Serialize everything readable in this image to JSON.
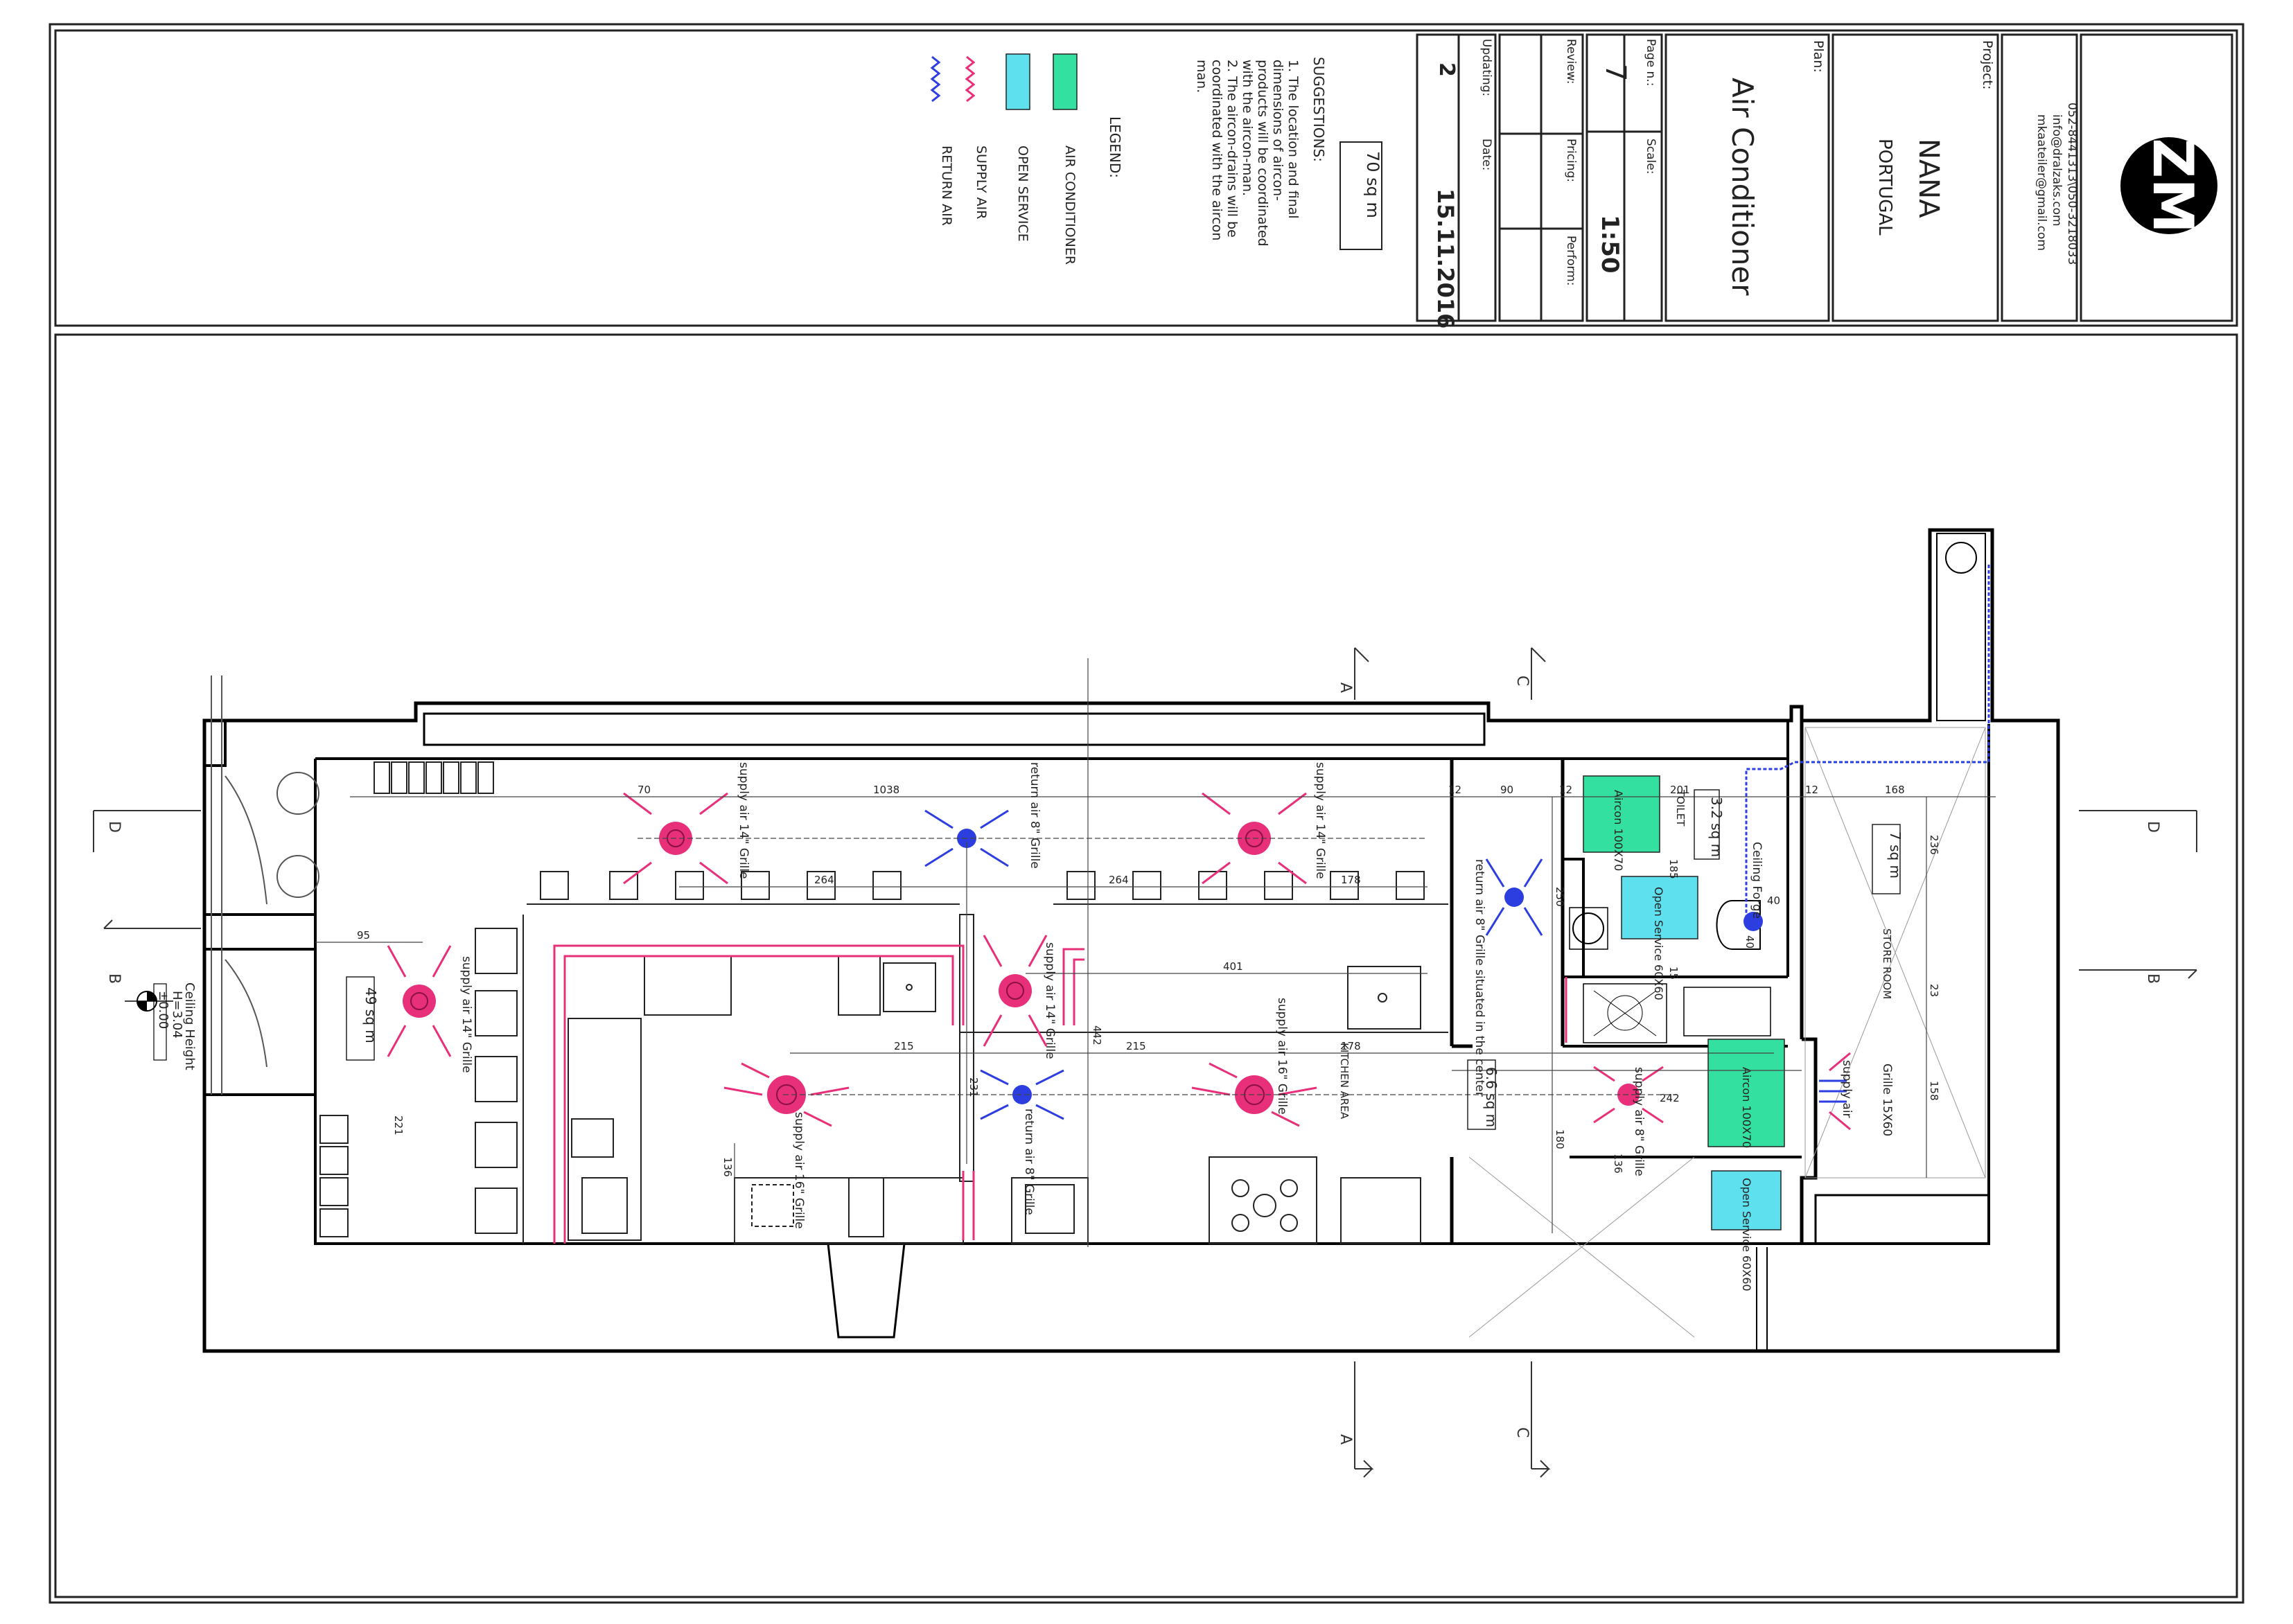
{
  "title_block": {
    "logo_text": "ZM",
    "contact": {
      "phone": "052-8441313\\050-3218033",
      "email1": "info@dralzaks.com",
      "email2": "mkaateiler@gmail.com"
    },
    "project_label": "Project:",
    "project_name": "NANA",
    "project_location": "PORTUGAL",
    "plan_label": "Plan:",
    "plan_name": "Air Conditioner",
    "page_label": "Page n.:",
    "page_number": "7",
    "scale_label": "Scale:",
    "scale_value": "1:50",
    "review_label": "Review:",
    "pricing_label": "Pricing:",
    "perform_label": "Perform:",
    "updating_label": "Updating:",
    "updating_value": "2",
    "date_label": "Date:",
    "date_value": "15.11.2016",
    "area_total": "70 sq m",
    "suggestions_title": "SUGGESTIONS:",
    "suggestions": [
      "1. The location and final",
      "dimensions of aircon-",
      "products will be coordinated",
      "with the aircon-man.",
      "2. The aircon-drains will be",
      "coordinated with the aircon",
      "man."
    ],
    "legend_title": "LEGEND:",
    "legend": [
      {
        "label": "AIR CONDITIONER",
        "color": "#33e0a0"
      },
      {
        "label": "OPEN SERVICE",
        "color": "#5ee0ee"
      },
      {
        "label": "SUPPLY AIR",
        "color": "#e8307a"
      },
      {
        "label": "RETURN AIR",
        "color": "#2d3ee0"
      }
    ]
  },
  "plan": {
    "section_markers": {
      "a": "A",
      "b": "B",
      "c": "C",
      "d": "D"
    },
    "areas": {
      "main": "49 sq m",
      "kitchen_label": "KITCHEN AREA",
      "kitchen": "6.6 sq m",
      "toilet_label": "TOILET",
      "toilet": "3.2 sq m",
      "storage_area": "7 sq m",
      "storage_label": "STORE ROOM"
    },
    "ceiling": {
      "line1": "Ceiling Height",
      "line2": "H=3.04",
      "line3": "±0.00"
    },
    "labels": {
      "supply14a": "supply air 14\" Grille",
      "supply14b": "supply air 14\" Grille",
      "supply14c": "supply air 14\" Grille",
      "supply14d": "supply air 14\" Grille",
      "supply16a": "supply air 16\" Grille",
      "supply16b": "supply air 16\" Grille",
      "supply_wc": "supply air 8\" Grille",
      "return8a": "return air 8\" Grille",
      "return8b": "return air 8\" Grille",
      "return8c": "return air 8\" Grille situated in the center",
      "ceiling_fan": "Ceiling Forge",
      "grille_store": "Grille 15X60",
      "supply_store": "supply air",
      "aircon1": "Aircon 100X70",
      "aircon2": "Aircon 100X70",
      "open1": "Open Service 60X60",
      "open2": "Open Service 60X60"
    },
    "dims": {
      "d1038": "1038",
      "d264a": "264",
      "d264b": "264",
      "d178a": "178",
      "d178b": "178",
      "d95": "95",
      "d221": "221",
      "d401": "401",
      "d215a": "215",
      "d215b": "215",
      "d442": "442",
      "d231": "231",
      "d136a": "136",
      "d136b": "136",
      "d70": "70",
      "d12a": "12",
      "d90": "90",
      "d12b": "12",
      "d201": "201",
      "d168": "168",
      "d236": "236",
      "d250": "250",
      "d185": "185",
      "d15": "15",
      "d40a": "40",
      "d40b": "40",
      "d23": "23",
      "d158": "158",
      "d242": "242",
      "d180": "180",
      "d12c": "12"
    }
  }
}
